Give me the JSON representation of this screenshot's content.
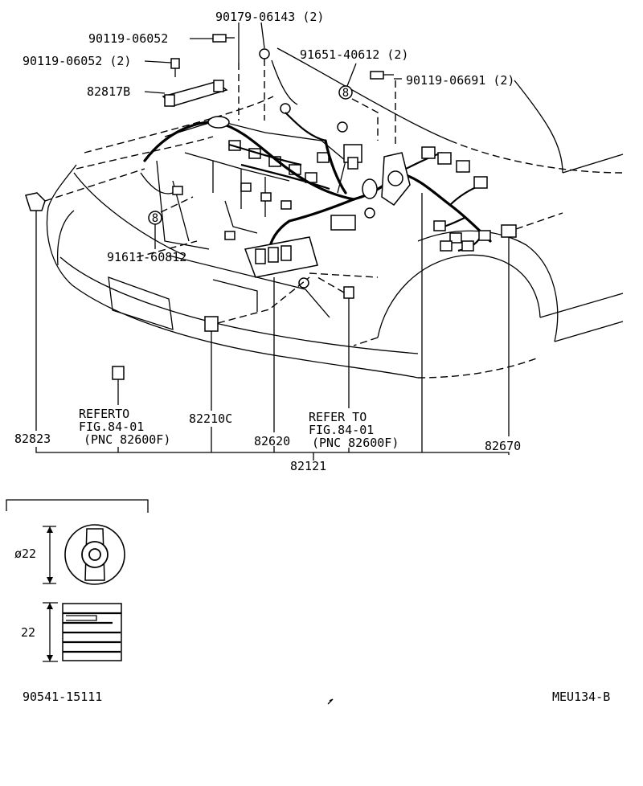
{
  "parts": {
    "p_90179_06143": "90179-06143 (2)",
    "p_90119_06052_a": "90119-06052",
    "p_90119_06052_b": "90119-06052 (2)",
    "p_82817b": "82817B",
    "p_91651_40612": "91651-40612 (2)",
    "p_90119_06691": "90119-06691 (2)",
    "p_91611_60812": "91611-60812",
    "p_82823": "82823",
    "p_82210c": "82210C",
    "p_82620": "82620",
    "p_82670": "82670",
    "p_82121": "82121",
    "p_90541_15111": "90541-15111"
  },
  "refs": {
    "left_line1": "REFERTO",
    "left_line2": "FIG.84-01",
    "left_line3": "(PNC 82600F)",
    "right_line1": "REFER TO",
    "right_line2": "FIG.84-01",
    "right_line3": "(PNC 82600F)"
  },
  "callouts": {
    "bolt_marker": "8"
  },
  "dimensions": {
    "diameter": "ø22",
    "length": "22"
  },
  "figure_code": "MEU134-B"
}
